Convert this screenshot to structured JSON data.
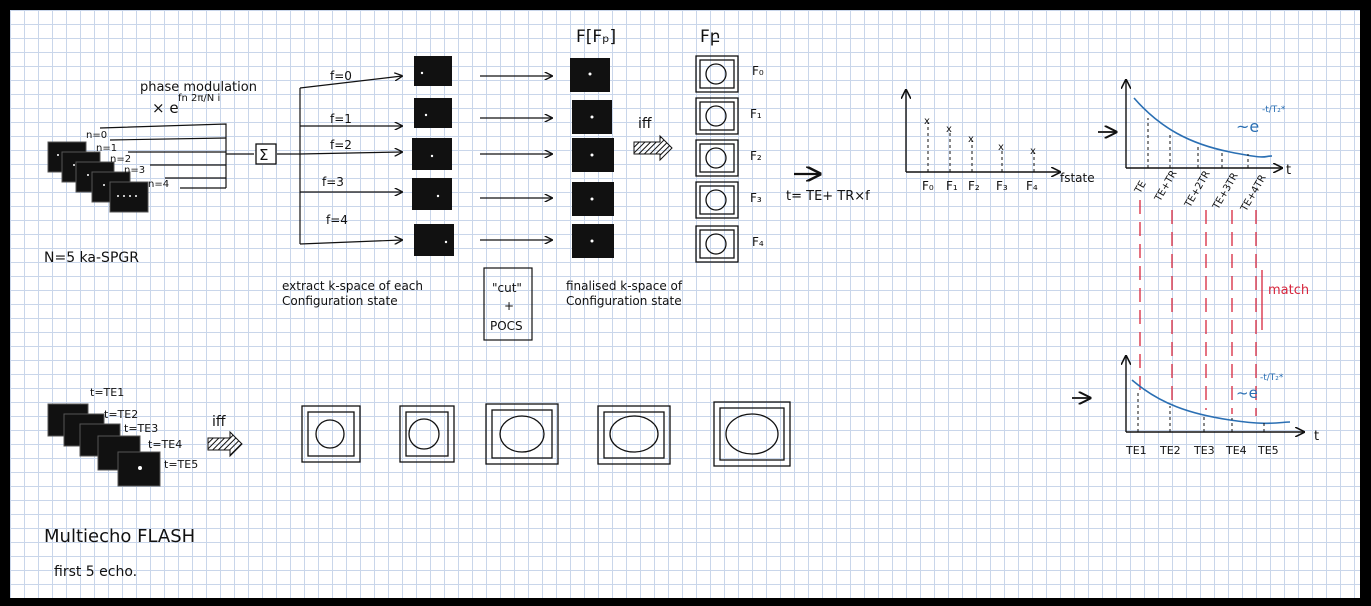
{
  "top": {
    "phase_line1": "phase modulation",
    "phase_prefix": "× e",
    "phase_exp": "fn 2π/N i",
    "n_labels": [
      "n=0",
      "n=1",
      "n=2",
      "n=3",
      "n=4"
    ],
    "sum_symbol": "Σ",
    "f_labels": [
      "f=0",
      "f=1",
      "f=2",
      "f=3",
      "f=4"
    ],
    "extract_line1": "extract k-space of each",
    "extract_line2": "Configuration state",
    "cut_line1": "\"cut\"",
    "cut_plus": "+",
    "cut_line2": "POCS",
    "final_line1": "finalised k-space of",
    "final_line2": "Configuration state",
    "col_F_header": "F[Fₚ]",
    "col_Ff_header": "Fբ",
    "F_labels": [
      "F₀",
      "F₁",
      "F₂",
      "F₃",
      "F₄"
    ],
    "ifft": "iff",
    "N_label": "N=5 ka-SPGR",
    "t_formula": "t= TE+ TR×f"
  },
  "chart_top": {
    "x_ticks": [
      "F₀",
      "F₁",
      "F₂",
      "F₃",
      "F₄"
    ],
    "x_title": "fstate"
  },
  "chart_right_top": {
    "decay_label": "~e",
    "decay_exp": "-t/T₂*",
    "axis_t": "t",
    "x_ticks": [
      "TE",
      "TE+TR",
      "TE+2TR",
      "TE+3TR",
      "TE+4TR"
    ]
  },
  "match_label": "match",
  "bottom": {
    "t_labels": [
      "t=TE1",
      "t=TE2",
      "t=TE3",
      "t=TE4",
      "t=TE5"
    ],
    "ifft": "iff",
    "title": "Multiecho FLASH",
    "subtitle": "first 5 echo."
  },
  "chart_right_bottom": {
    "decay_label": "~e",
    "decay_exp": "-t/T₂*",
    "axis_t": "t",
    "x_ticks": [
      "TE1",
      "TE2",
      "TE3",
      "TE4",
      "TE5"
    ]
  }
}
